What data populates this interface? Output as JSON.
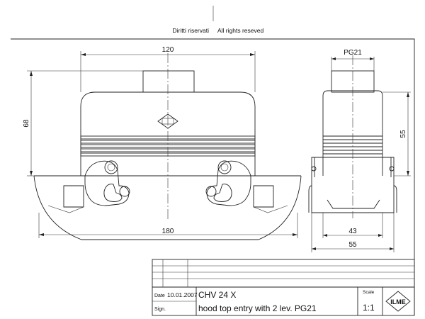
{
  "header": {
    "copyright_it": "Diritti riservati",
    "copyright_en": "All rights reseved"
  },
  "dimensions": {
    "front_width": "120",
    "front_height": "68",
    "overall_width": "180",
    "side_thread": "PG21",
    "side_height": "55",
    "side_base_inner": "43",
    "side_base_outer": "55"
  },
  "title_block": {
    "date_label": "Date",
    "date_value": "10.01.2007",
    "sign_label": "Sign.",
    "part_code": "CHV 24 X",
    "description": "hood top entry with 2 lev. PG21",
    "scale_label": "Scale",
    "scale_value": "1:1",
    "logo_text": "ILME"
  },
  "colors": {
    "line": "#222222",
    "background": "#ffffff"
  }
}
